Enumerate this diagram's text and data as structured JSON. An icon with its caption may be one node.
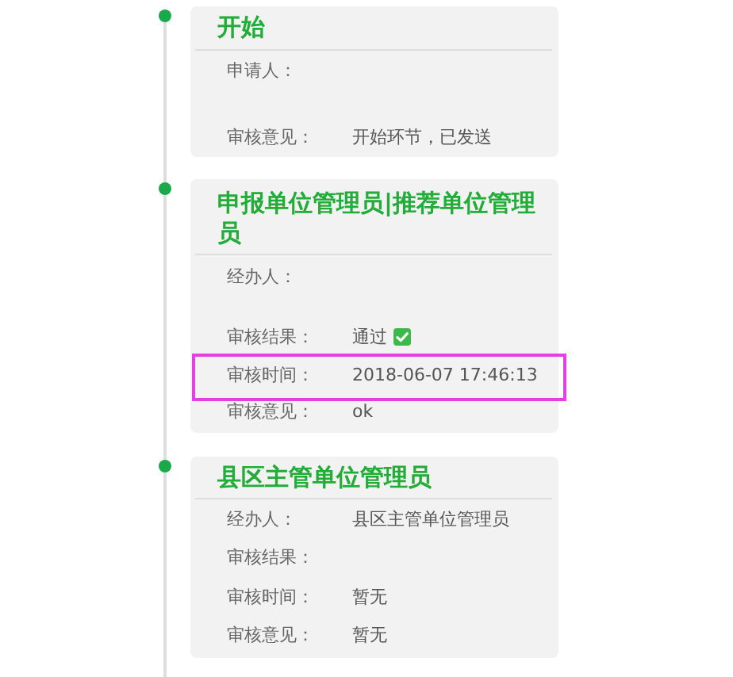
{
  "diagram": {
    "nodes": [
      {
        "text": [],
        "shape": "circle"
      },
      {
        "text": [
          "开始",
          "申请人：",
          "审核意见：",
          "开始环节，已发送"
        ]
      },
      {
        "text": [],
        "shape": "circle"
      },
      {
        "text": [
          "申报单位管理员|推荐单位管理员",
          "经办人：",
          "审核结果：",
          "通过",
          "审核时间：",
          "2018-06-07 17:46:13",
          "审核意见：",
          "ok"
        ]
      },
      {
        "text": [],
        "shape": "circle"
      },
      {
        "text": [
          "县区主管单位管理员",
          "经办人：",
          "县区主管单位管理员",
          "审核结果：",
          "审核时间：",
          "暂无",
          "审核意见：",
          "暂无"
        ]
      }
    ],
    "edges": [
      {
        "from": 0,
        "to": 2,
        "arrow": "none"
      },
      {
        "from": 2,
        "to": 4,
        "arrow": "none"
      },
      {
        "from": 4,
        "to": null,
        "arrow": "none"
      }
    ]
  }
}
